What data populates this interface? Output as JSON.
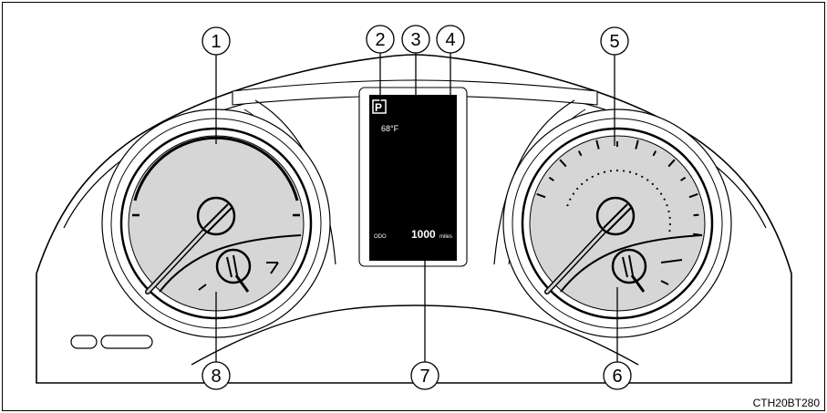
{
  "callouts": {
    "n1": "1",
    "n2": "2",
    "n3": "3",
    "n4": "4",
    "n5": "5",
    "n6": "6",
    "n7": "7",
    "n8": "8"
  },
  "display": {
    "shift_indicator": "P",
    "outside_temp": "68°F",
    "odo_label": "ODO",
    "odo_value": "1000",
    "odo_unit": "miles"
  },
  "figure_code": "CTH20BT280",
  "colors": {
    "gauge_face": "#d6d6d6",
    "display_bg": "#000000",
    "line": "#000000"
  }
}
